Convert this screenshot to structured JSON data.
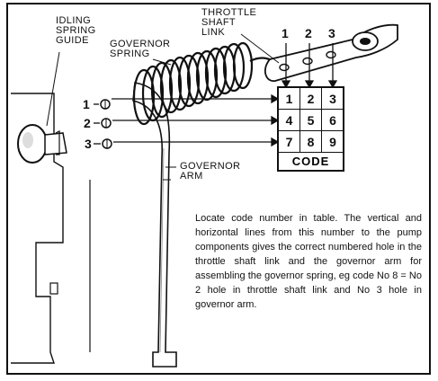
{
  "labels": {
    "idling_spring_guide": [
      "IDLING",
      "SPRING",
      "GUIDE"
    ],
    "governor_spring": [
      "GOVERNOR",
      "SPRING"
    ],
    "throttle_shaft_link": [
      "THROTTLE",
      "SHAFT",
      "LINK"
    ],
    "governor_arm": [
      "GOVERNOR",
      "ARM"
    ]
  },
  "link_hole_numbers": [
    "1",
    "2",
    "3"
  ],
  "arm_hole_numbers": [
    "1",
    "2",
    "3"
  ],
  "code_table": {
    "cells": [
      "1",
      "2",
      "3",
      "4",
      "5",
      "6",
      "7",
      "8",
      "9"
    ],
    "label": "CODE"
  },
  "caption": "Locate code number in table. The vertical and horizontal lines from this number to the pump components gives the correct numbered hole in the throttle shaft link and the governor arm for assembling the governor spring, eg code No 8 = No 2 hole in throttle shaft link and No 3 hole in governor arm."
}
